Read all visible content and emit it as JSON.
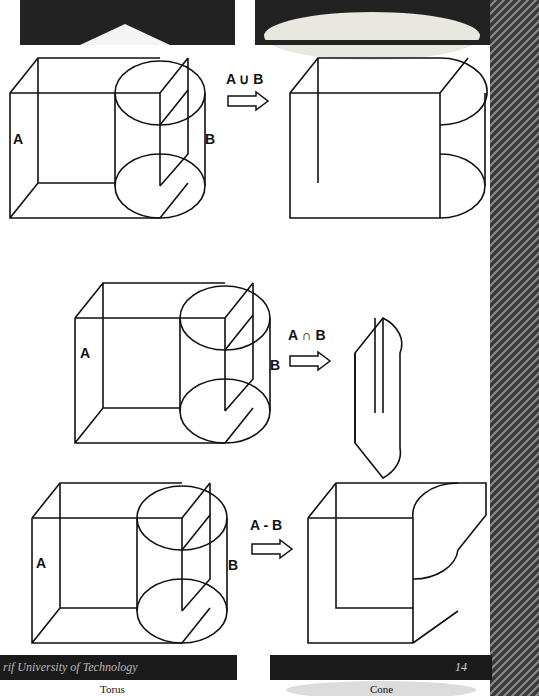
{
  "diagram": {
    "labels": [
      "A",
      "B",
      "A ∪ B",
      "A",
      "B",
      "A ∩ B",
      "A",
      "B",
      "A - B",
      "rif University of Technology",
      "14",
      "Torus",
      "Cone"
    ]
  }
}
